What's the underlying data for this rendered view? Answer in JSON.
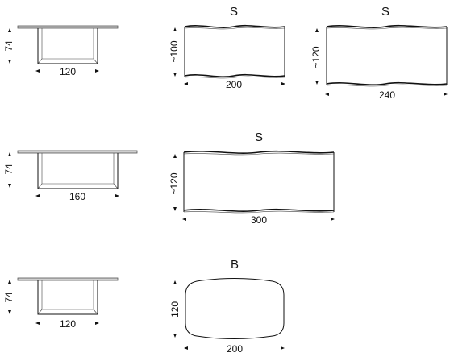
{
  "rows": [
    {
      "side": {
        "height": "74",
        "width": "120"
      },
      "tops": [
        {
          "shape": "S",
          "depth": "~100",
          "length": "200"
        },
        {
          "shape": "S",
          "depth": "~120",
          "length": "240"
        }
      ]
    },
    {
      "side": {
        "height": "74",
        "width": "160"
      },
      "tops": [
        {
          "shape": "S",
          "depth": "~120",
          "length": "300"
        }
      ]
    },
    {
      "side": {
        "height": "74",
        "width": "120"
      },
      "tops": [
        {
          "shape": "B",
          "depth": "120",
          "length": "200"
        }
      ]
    }
  ]
}
